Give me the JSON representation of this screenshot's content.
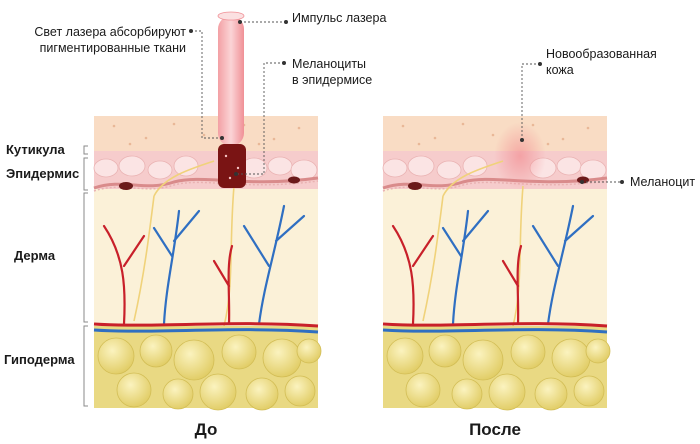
{
  "labels": {
    "laser_pulse": "Импульс лазера",
    "absorb_line1": "Свет лазера абсорбируют",
    "absorb_line2": "пигментированные ткани",
    "melanocytes_line1": "Меланоциты",
    "melanocytes_line2": "в эпидермисе",
    "new_skin_line1": "Новообразованная",
    "new_skin_line2": "кожа",
    "melanocyte": "Меланоцит"
  },
  "layers": {
    "cuticle": "Кутикула",
    "epidermis": "Эпидермис",
    "dermis": "Дерма",
    "hypodermis": "Гиподерма"
  },
  "panels": {
    "before": "До",
    "after": "После"
  },
  "colors": {
    "cuticle": "#f9d9c0",
    "epidermis": "#f7c8c8",
    "dermis": "#fbf1d6",
    "hypodermis": "#e7d67c",
    "artery": "#c8202a",
    "vein": "#2f6fc2",
    "nerve": "#f0d27a",
    "laser": "#f6a4a8",
    "pigment": "#7a1414"
  }
}
